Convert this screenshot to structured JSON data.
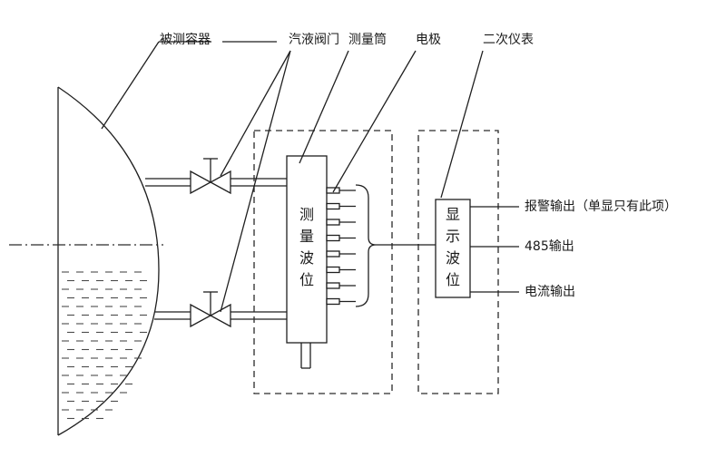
{
  "labels": {
    "vessel": "被测容器",
    "valve": "汽液阀门",
    "tube": "测量筒",
    "electrode": "电极",
    "instrument": "二次仪表",
    "alarm_output": "报警输出（单显只有此项）",
    "rs485_output": "485输出",
    "current_output": "电流输出"
  },
  "measure_column": [
    "测",
    "量",
    "波",
    "位"
  ],
  "display_column": [
    "显",
    "示",
    "波",
    "位"
  ],
  "electrode_count": 8,
  "colors": {
    "line": "#1f1f1f",
    "background": "#ffffff"
  }
}
